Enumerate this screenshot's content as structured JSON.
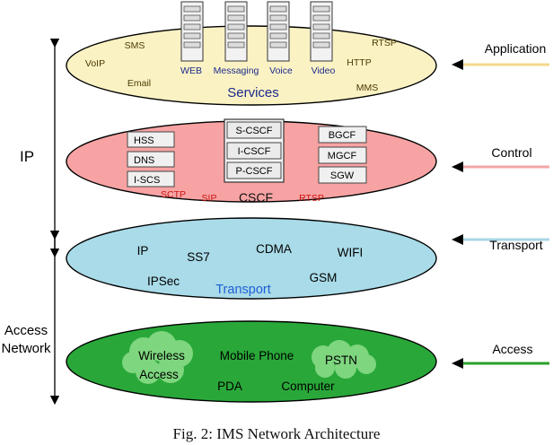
{
  "left_labels": {
    "ip": "IP",
    "access_network_line1": "Access",
    "access_network_line2": "Network"
  },
  "services": {
    "title": "Services",
    "servers": [
      "WEB",
      "Messaging",
      "Voice",
      "Video"
    ],
    "protocols": {
      "sms": "SMS",
      "voip": "VoIP",
      "email": "Email",
      "rtsp": "RTSP",
      "http": "HTTP",
      "mms": "MMS"
    }
  },
  "control": {
    "title": "CSCF",
    "left_boxes": [
      "HSS",
      "DNS",
      "I-SCS"
    ],
    "center_boxes": [
      "S-CSCF",
      "I-CSCF",
      "P-CSCF"
    ],
    "right_boxes": [
      "BGCF",
      "MGCF",
      "SGW"
    ],
    "protocols": {
      "sctp": "SCTP",
      "sip": "SIP",
      "rtsp": "RTSP"
    }
  },
  "transport": {
    "title": "Transport",
    "items": {
      "ip": "IP",
      "ss7": "SS7",
      "cdma": "CDMA",
      "wifi": "WIFI",
      "ipsec": "IPSec",
      "gsm": "GSM"
    }
  },
  "access": {
    "wireless_line1": "Wireless",
    "wireless_line2": "Access",
    "mobile_phone": "Mobile Phone",
    "pstn": "PSTN",
    "pda": "PDA",
    "computer": "Computer"
  },
  "layers": [
    "Application",
    "Control",
    "Transport",
    "Access"
  ],
  "colors": {
    "services_fill": "#fbf2c4",
    "control_fill": "#f7a3a3",
    "transport_fill": "#a9dbe8",
    "access_fill": "#29a839",
    "cloud_fill": "#7ed67e",
    "application_arrow": "#f5d98b",
    "control_arrow": "#f2a6a6",
    "transport_arrow": "#a7d6e6",
    "access_arrow": "#2aa02a",
    "services_title": "#1a2a8c",
    "control_protocol": "#cc1111",
    "transport_title": "#1f5fd6",
    "server_label": "#1a2a8c"
  },
  "caption": "Fig. 2: IMS Network Architecture"
}
